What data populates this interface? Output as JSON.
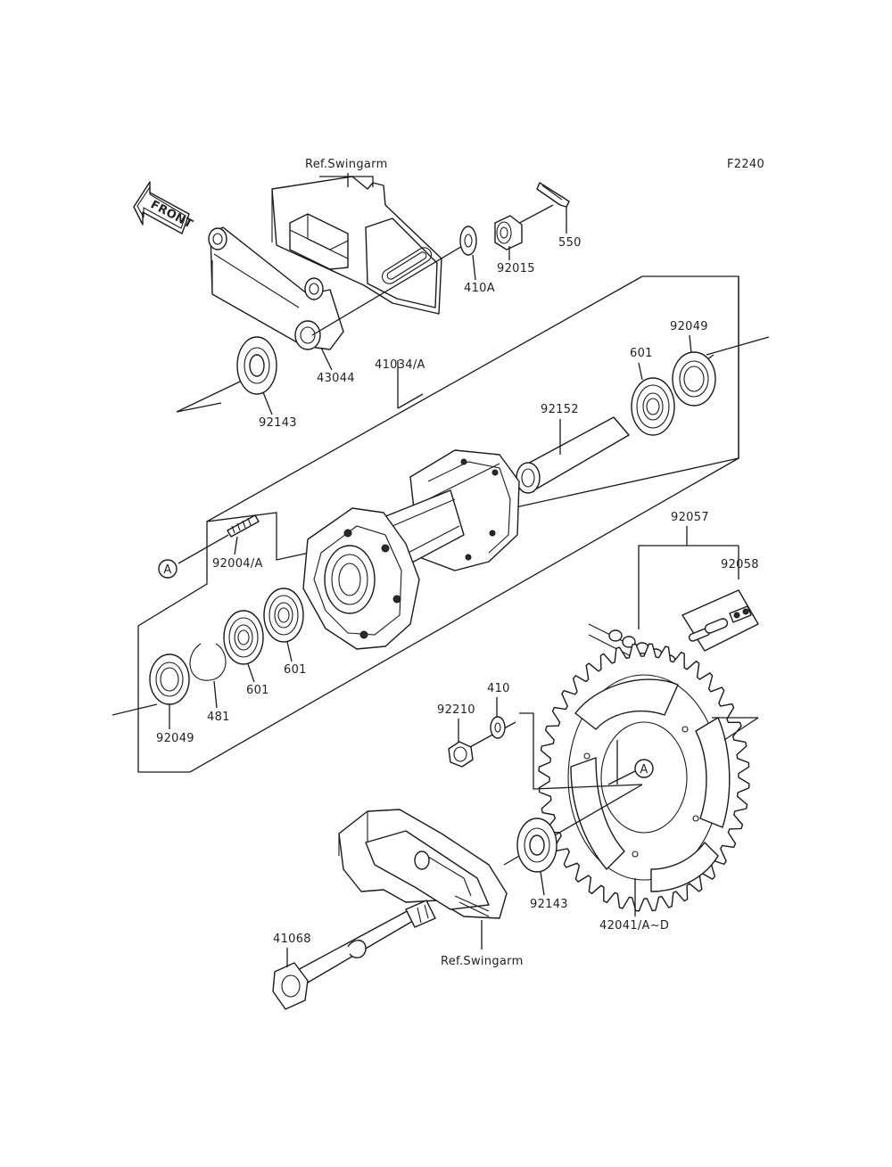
{
  "figure_code": "F2240",
  "front_arrow": "FRONT",
  "circle_ref": "A",
  "labels": {
    "ref_swingarm_top": "Ref.Swingarm",
    "ref_swingarm_bottom": "Ref.Swingarm",
    "p550": "550",
    "p92015": "92015",
    "p410A": "410A",
    "p43044": "43044",
    "p92143_top": "92143",
    "p41034A": "41034/A",
    "p92049_right": "92049",
    "p601_right": "601",
    "p92152": "92152",
    "p92057": "92057",
    "p92058": "92058",
    "p92004A": "92004/A",
    "p601_a": "601",
    "p601_b": "601",
    "p481": "481",
    "p92049_left": "92049",
    "p410": "410",
    "p92210": "92210",
    "p92143_bottom": "92143",
    "p42041": "42041/A~D",
    "p41068": "41068"
  }
}
